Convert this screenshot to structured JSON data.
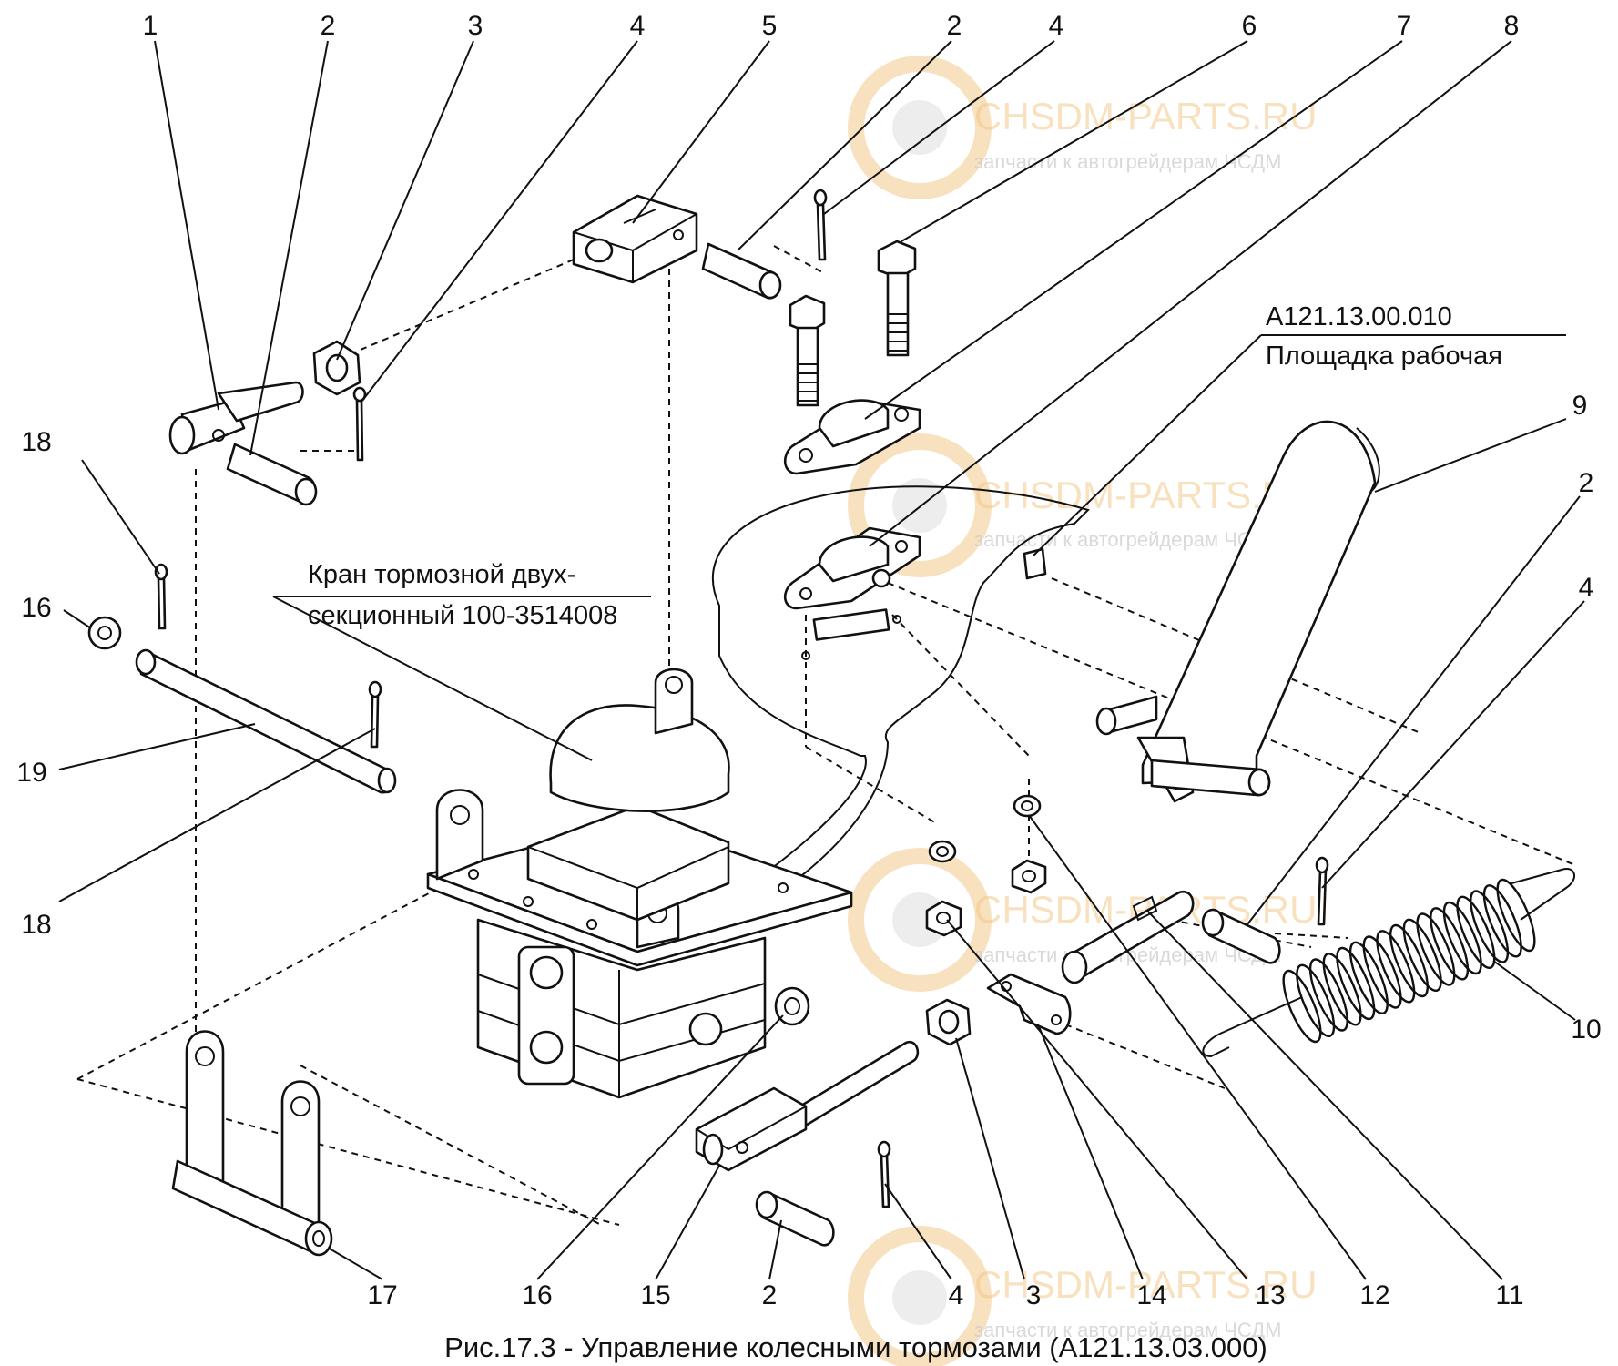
{
  "caption": "Рис.17.3 - Управление колесными тормозами (А121.13.03.000)",
  "annotations": {
    "crane_line1": "Кран тормозной двух-",
    "crane_line2": "секционный 100-3514008",
    "platform_code": "А121.13.00.010",
    "platform_name": "Площадка рабочая"
  },
  "watermark": {
    "site": "CHSDM-PARTS.RU",
    "tagline": "запчасти к автогрейдерам ЧСДМ",
    "color": "#f3a83a"
  },
  "callouts": {
    "top": [
      "1",
      "2",
      "3",
      "4",
      "5",
      "2",
      "4",
      "6",
      "7",
      "8"
    ],
    "right": [
      "9",
      "2",
      "4",
      "10"
    ],
    "left": [
      "18",
      "16",
      "19",
      "18"
    ],
    "bottom": [
      "17",
      "16",
      "15",
      "2",
      "4",
      "3",
      "14",
      "13",
      "12",
      "11"
    ]
  }
}
